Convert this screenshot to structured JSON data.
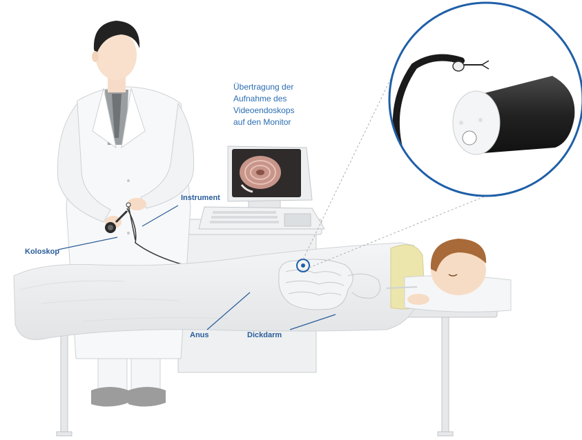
{
  "caption": {
    "line1": "Übertragung der",
    "line2": "Aufnahme des",
    "line3": "Videoendoskops",
    "line4": "auf den Monitor"
  },
  "labels": {
    "instrument": "Instrument",
    "koloskop": "Koloskop",
    "anus": "Anus",
    "dickdarm": "Dickdarm"
  },
  "colors": {
    "label_blue": "#2a5c99",
    "caption_blue": "#2a6db3",
    "zoom_ring": "#1f5fa8"
  }
}
